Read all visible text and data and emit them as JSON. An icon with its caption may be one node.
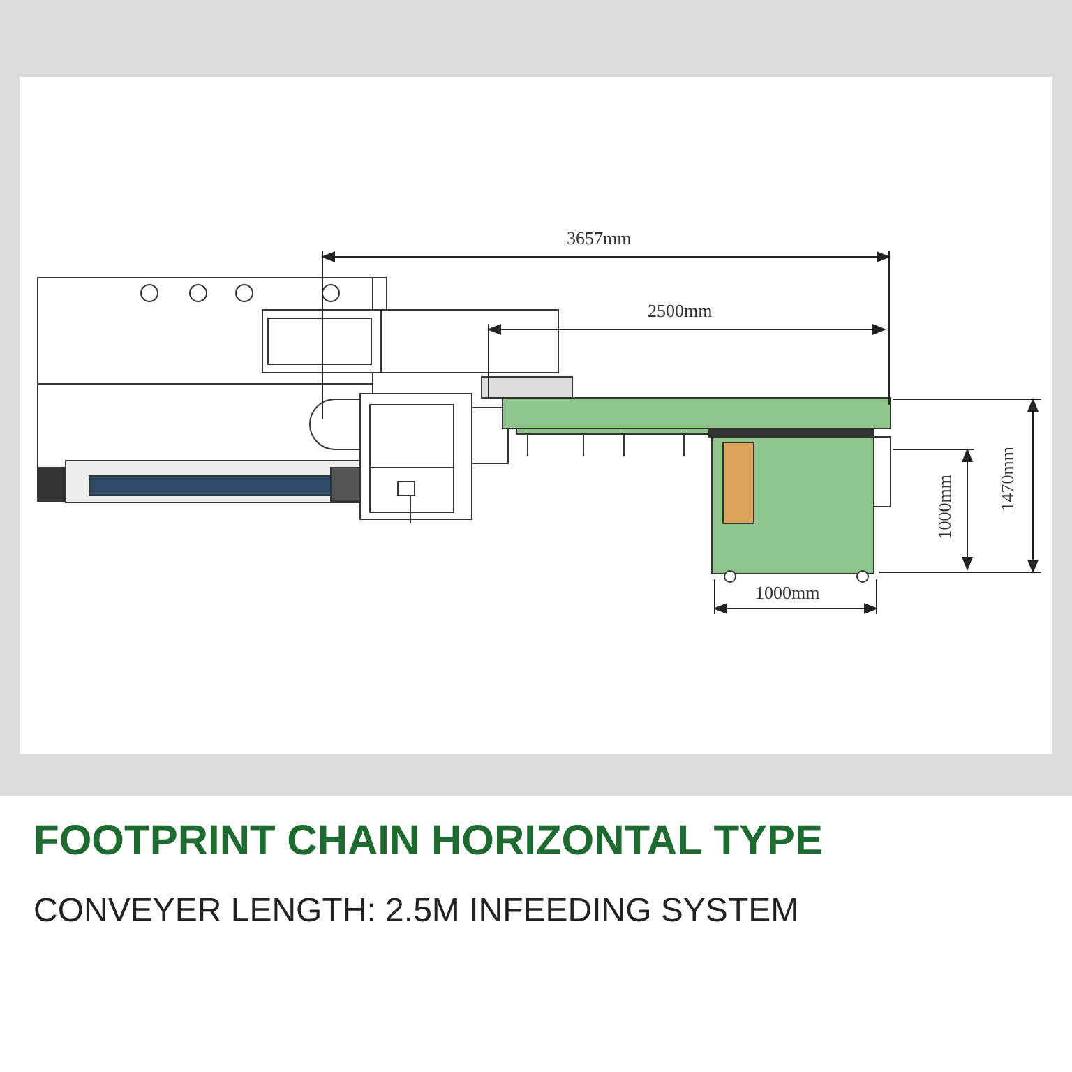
{
  "diagram": {
    "title": "FOOTPRINT CHAIN HORIZONTAL TYPE",
    "caption": "CONVEYER LENGTH: 2.5M INFEEDING SYSTEM",
    "labels": [
      "3657mm",
      "2500mm",
      "1470mm",
      "1000mm",
      "1000mm"
    ]
  }
}
